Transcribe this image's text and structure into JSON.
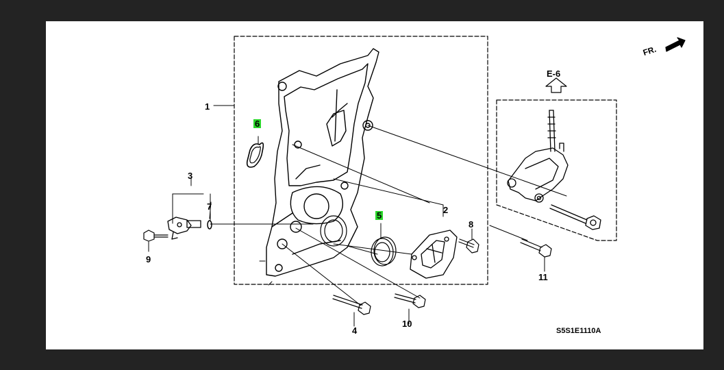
{
  "diagram": {
    "callouts": [
      {
        "id": "c1",
        "text": "1"
      },
      {
        "id": "c2",
        "text": "2"
      },
      {
        "id": "c3",
        "text": "3"
      },
      {
        "id": "c4",
        "text": "4"
      },
      {
        "id": "c5",
        "text": "5",
        "highlight": true
      },
      {
        "id": "c6",
        "text": "6",
        "highlight": true
      },
      {
        "id": "c7",
        "text": "7"
      },
      {
        "id": "c8",
        "text": "8"
      },
      {
        "id": "c9",
        "text": "9"
      },
      {
        "id": "c10",
        "text": "10"
      },
      {
        "id": "c11",
        "text": "11"
      }
    ],
    "reference": "E-6",
    "direction": "FR.",
    "code": "S5S1E1110A",
    "highlight_color": "#2ad72a"
  }
}
